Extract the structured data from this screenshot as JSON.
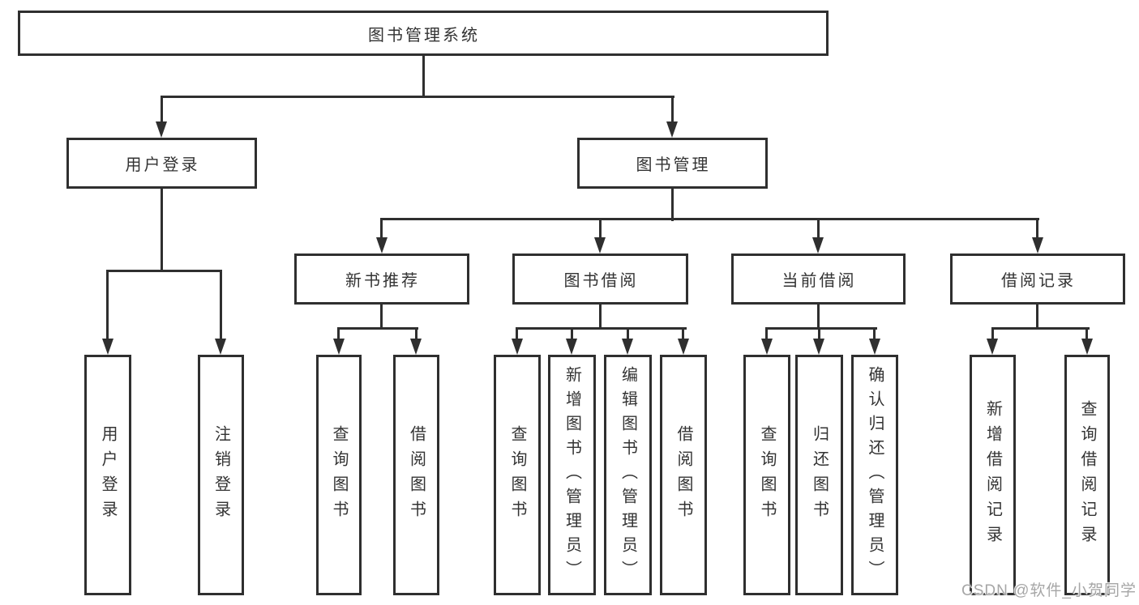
{
  "diagram": {
    "title": "图书管理系统",
    "root": {
      "label": "图书管理系统"
    },
    "level1": [
      {
        "id": "user-login",
        "label": "用户登录"
      },
      {
        "id": "book-management",
        "label": "图书管理"
      }
    ],
    "level2": [
      {
        "id": "new-book-recommendation",
        "label": "新书推荐",
        "parent": "图书管理"
      },
      {
        "id": "book-borrowing",
        "label": "图书借阅",
        "parent": "图书管理"
      },
      {
        "id": "current-borrowing",
        "label": "当前借阅",
        "parent": "图书管理"
      },
      {
        "id": "borrowing-records",
        "label": "借阅记录",
        "parent": "图书管理"
      }
    ],
    "level3": [
      {
        "id": "user-login-leaf",
        "label": "用户登录",
        "parent": "用户登录"
      },
      {
        "id": "logout",
        "label": "注销登录",
        "parent": "用户登录"
      },
      {
        "id": "query-books-recommend",
        "label": "查询图书",
        "parent": "新书推荐"
      },
      {
        "id": "borrow-books-recommend",
        "label": "借阅图书",
        "parent": "新书推荐"
      },
      {
        "id": "query-books-borrowing",
        "label": "查询图书",
        "parent": "图书借阅"
      },
      {
        "id": "add-books-admin",
        "label": "新增图书（管理员）",
        "parent": "图书借阅"
      },
      {
        "id": "edit-books-admin",
        "label": "编辑图书（管理员）",
        "parent": "图书借阅"
      },
      {
        "id": "borrow-books-borrowing",
        "label": "借阅图书",
        "parent": "图书借阅"
      },
      {
        "id": "query-books-current",
        "label": "查询图书",
        "parent": "当前借阅"
      },
      {
        "id": "return-books",
        "label": "归还图书",
        "parent": "当前借阅"
      },
      {
        "id": "confirm-return-admin",
        "label": "确认归还（管理员）",
        "parent": "当前借阅"
      },
      {
        "id": "add-borrow-record",
        "label": "新增借阅记录",
        "parent": "借阅记录"
      },
      {
        "id": "query-borrow-record",
        "label": "查询借阅记录",
        "parent": "借阅记录"
      }
    ]
  },
  "watermark": {
    "text": "CSDN @软件_小贺同学"
  },
  "colors": {
    "line": "#2f2f2f",
    "text": "#333333",
    "background": "#ffffff",
    "watermark": "#a6a6a6"
  }
}
